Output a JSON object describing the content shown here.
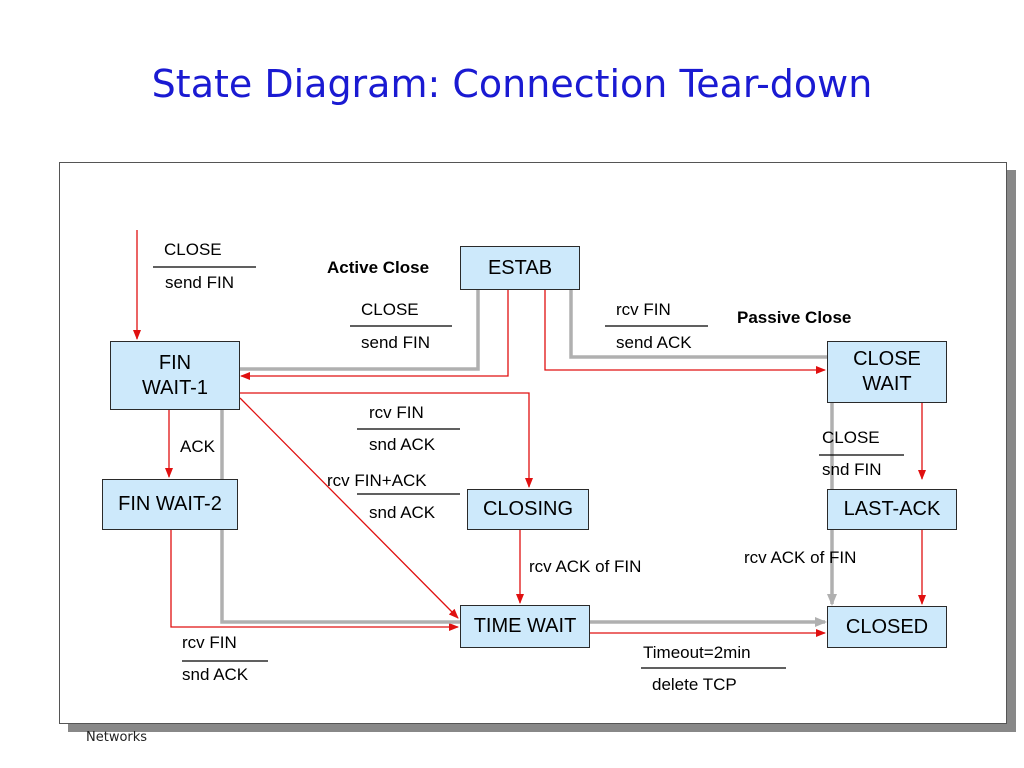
{
  "title": "State Diagram: Connection Tear-down",
  "footer": "Networks",
  "states": {
    "estab": "ESTAB",
    "fin_wait_1": "FIN\nWAIT-1",
    "fin_wait_2": "FIN WAIT-2",
    "closing": "CLOSING",
    "time_wait": "TIME WAIT",
    "close_wait": "CLOSE\nWAIT",
    "last_ack": "LAST-ACK",
    "closed": "CLOSED"
  },
  "headings": {
    "active_close": "Active Close",
    "passive_close": "Passive Close"
  },
  "transitions": {
    "init_close": {
      "event": "CLOSE",
      "action": "send FIN"
    },
    "estab_close": {
      "event": "CLOSE",
      "action": "send FIN"
    },
    "estab_rcv_fin": {
      "event": "rcv FIN",
      "action": "send ACK"
    },
    "fw1_rcv_fin": {
      "event": "rcv FIN",
      "action": "snd ACK"
    },
    "fw1_rcv_finack": {
      "event": "rcv FIN+ACK",
      "action": "snd ACK"
    },
    "fw1_ack": {
      "event": "ACK"
    },
    "closing_ack": {
      "event": "rcv ACK of FIN"
    },
    "fw2_rcv_fin": {
      "event": "rcv FIN",
      "action": "snd ACK"
    },
    "closewait_close": {
      "event": "CLOSE",
      "action": "snd FIN"
    },
    "lastack_ack": {
      "event": "rcv ACK of FIN"
    },
    "timewait_timeout": {
      "event": "Timeout=2min",
      "action": "delete TCP"
    }
  },
  "colors": {
    "title": "#1a1ad2",
    "state_fill": "#cde9fb",
    "arrow": "#e01010",
    "path": "#b0b0b0"
  }
}
